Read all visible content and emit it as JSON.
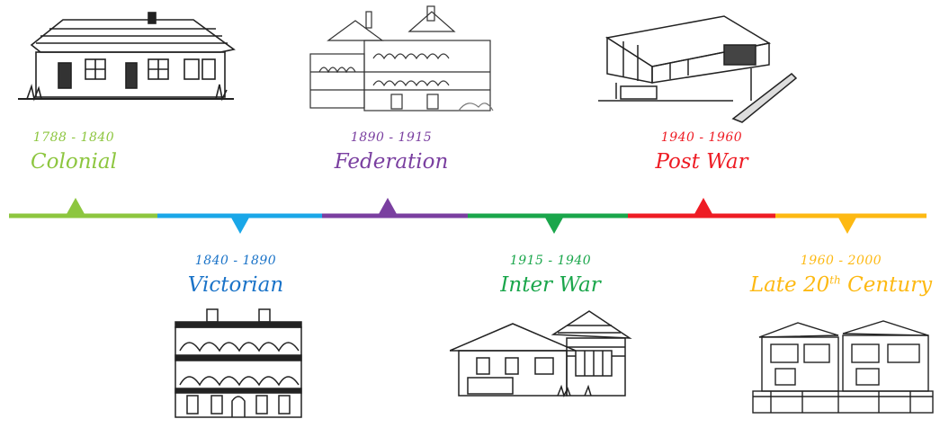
{
  "timeline": {
    "periods": [
      {
        "years": "1788 - 1840",
        "name": "Colonial",
        "name_sup": "",
        "name_tail": "",
        "color": "#8dc63f",
        "side": "above",
        "house": "colonial-cottage"
      },
      {
        "years": "1840 - 1890",
        "name": "Victorian",
        "name_sup": "",
        "name_tail": "",
        "color": "#1aa7e8",
        "side": "below",
        "house": "victorian-terrace"
      },
      {
        "years": "1890 - 1915",
        "name": "Federation",
        "name_sup": "",
        "name_tail": "",
        "color": "#7a3fa0",
        "side": "above",
        "house": "federation-mansion"
      },
      {
        "years": "1915 - 1940",
        "name": "Inter War",
        "name_sup": "",
        "name_tail": "",
        "color": "#1aa64b",
        "side": "below",
        "house": "interwar-bungalow"
      },
      {
        "years": "1940 - 1960",
        "name": "Post War",
        "name_sup": "",
        "name_tail": "",
        "color": "#ee1c24",
        "side": "above",
        "house": "postwar-modern"
      },
      {
        "years": "1960 - 2000",
        "name": "Late 20",
        "name_sup": "th",
        "name_tail": " Century",
        "color": "#fdb913",
        "side": "below",
        "house": "late-20th-townhouse"
      }
    ]
  }
}
